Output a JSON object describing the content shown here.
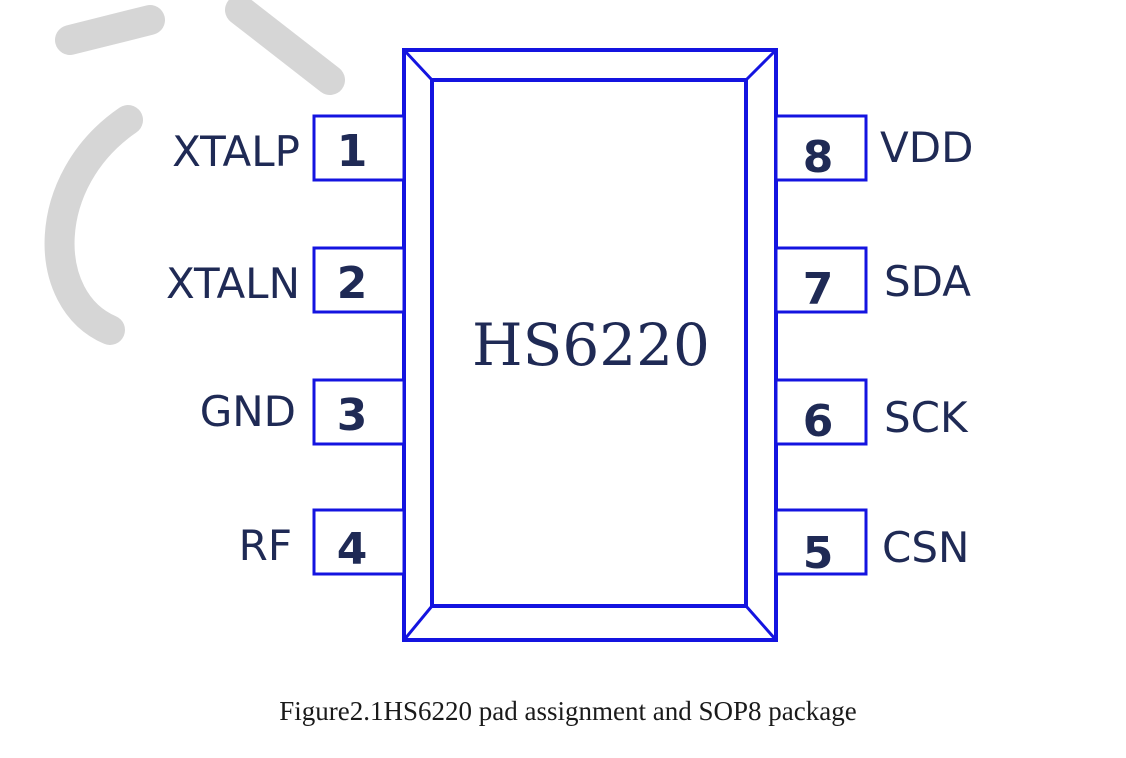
{
  "chip": {
    "name": "HS6220"
  },
  "pins_left": [
    {
      "number": "1",
      "label": "XTALP"
    },
    {
      "number": "2",
      "label": "XTALN"
    },
    {
      "number": "3",
      "label": "GND"
    },
    {
      "number": "4",
      "label": "RF"
    }
  ],
  "pins_right": [
    {
      "number": "8",
      "label": "VDD"
    },
    {
      "number": "7",
      "label": "SDA"
    },
    {
      "number": "6",
      "label": "SCK"
    },
    {
      "number": "5",
      "label": "CSN"
    }
  ],
  "caption": "Figure2.1HS6220 pad assignment and SOP8 package",
  "colors": {
    "outline": "#1414e0",
    "text": "#1f2a55",
    "watermark": "#d6d6d6"
  }
}
